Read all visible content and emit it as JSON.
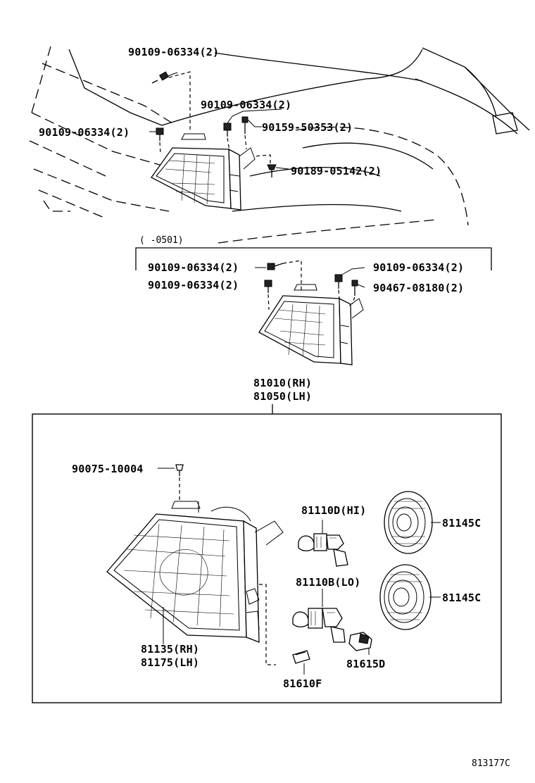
{
  "diagram_id": "813177C",
  "top_assembly": {
    "labels": {
      "bolt_top": "90109-06334(2)",
      "bolt_mid": "90109-06334(2)",
      "bolt_left": "90109-06334(2)",
      "screw": "90159-50353(2)",
      "clip": "90189-05142(2)"
    }
  },
  "variant_assembly": {
    "date_range": "(      -0501)",
    "labels": {
      "bolt_left_a": "90109-06334(2)",
      "bolt_left_b": "90109-06334(2)",
      "bolt_right": "90109-06334(2)",
      "screw_right": "90467-08180(2)"
    }
  },
  "headlamp_assembly": {
    "part_rh": "81010(RH)",
    "part_lh": "81050(LH)",
    "components": {
      "bolt": "90075-10004",
      "bulb_hi": "81110D(HI)",
      "bulb_lo": "81110B(LO)",
      "cap_upper": "81145C",
      "cap_lower": "81145C",
      "unit_rh": "81135(RH)",
      "unit_lh": "81175(LH)",
      "side_bulb": "81610F",
      "socket": "81615D"
    }
  }
}
